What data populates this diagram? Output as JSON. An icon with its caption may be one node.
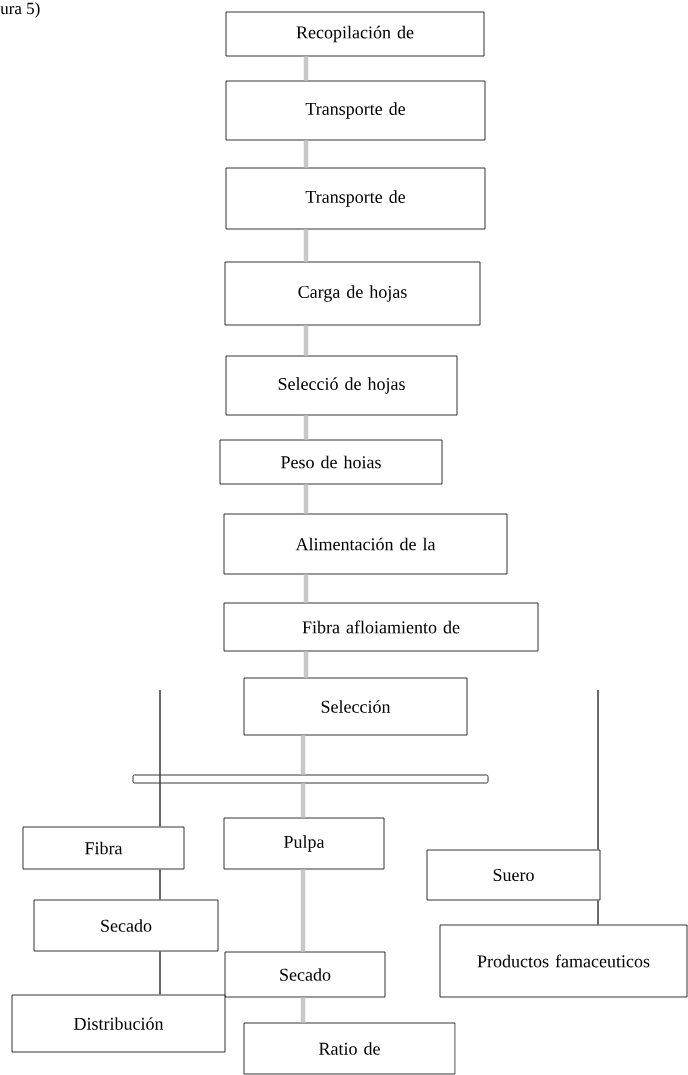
{
  "diagram": {
    "nodes": [
      {
        "text": [
          "Recopilación de"
        ]
      },
      {
        "text": [
          "Transporte de"
        ]
      },
      {
        "text": [
          "Transporte de"
        ]
      },
      {
        "text": [
          "Carga de hojas"
        ]
      },
      {
        "text": [
          "Selecció de hojas"
        ]
      },
      {
        "text": [
          "Peso de hoias"
        ]
      },
      {
        "text": [
          "Alimentación de la"
        ]
      },
      {
        "text": [
          "Fibra afloiamiento de"
        ]
      },
      {
        "text": [
          "Selección"
        ]
      },
      {
        "text": [],
        "shape": "bar"
      },
      {
        "text": [
          "Fibra"
        ]
      },
      {
        "text": [
          "Pulpa"
        ]
      },
      {
        "text": [
          "Suero"
        ]
      },
      {
        "text": [
          "Secado"
        ]
      },
      {
        "text": [
          "Secado"
        ]
      },
      {
        "text": [
          "Productos famaceuticos"
        ]
      },
      {
        "text": [
          "Distribución"
        ]
      },
      {
        "text": [
          "Ratio de"
        ]
      }
    ],
    "edges": [
      {
        "from": 0,
        "to": 1,
        "arrow": "none"
      },
      {
        "from": 1,
        "to": 2,
        "arrow": "none"
      },
      {
        "from": 2,
        "to": 3,
        "arrow": "none"
      },
      {
        "from": 3,
        "to": 4,
        "arrow": "none"
      },
      {
        "from": 4,
        "to": 5,
        "arrow": "none"
      },
      {
        "from": 5,
        "to": 6,
        "arrow": "none"
      },
      {
        "from": 6,
        "to": 7,
        "arrow": "none"
      },
      {
        "from": 7,
        "to": 8,
        "arrow": "none"
      },
      {
        "from": 8,
        "to": 9,
        "arrow": "none"
      },
      {
        "from": 9,
        "to": 11,
        "arrow": "none"
      },
      {
        "from": 11,
        "to": 14,
        "arrow": "none"
      },
      {
        "from": 14,
        "to": 17,
        "arrow": "none"
      },
      {
        "from": null,
        "to": 10,
        "arrow": "none",
        "color": "#444444"
      },
      {
        "from": 10,
        "to": 13,
        "arrow": "none",
        "color": "#444444"
      },
      {
        "from": 13,
        "to": 16,
        "arrow": "none",
        "color": "#444444"
      },
      {
        "from": null,
        "to": 12,
        "arrow": "none",
        "color": "#444444"
      },
      {
        "from": 12,
        "to": 15,
        "arrow": "none",
        "color": "#444444"
      }
    ],
    "labels": [
      "ura 5)"
    ]
  }
}
